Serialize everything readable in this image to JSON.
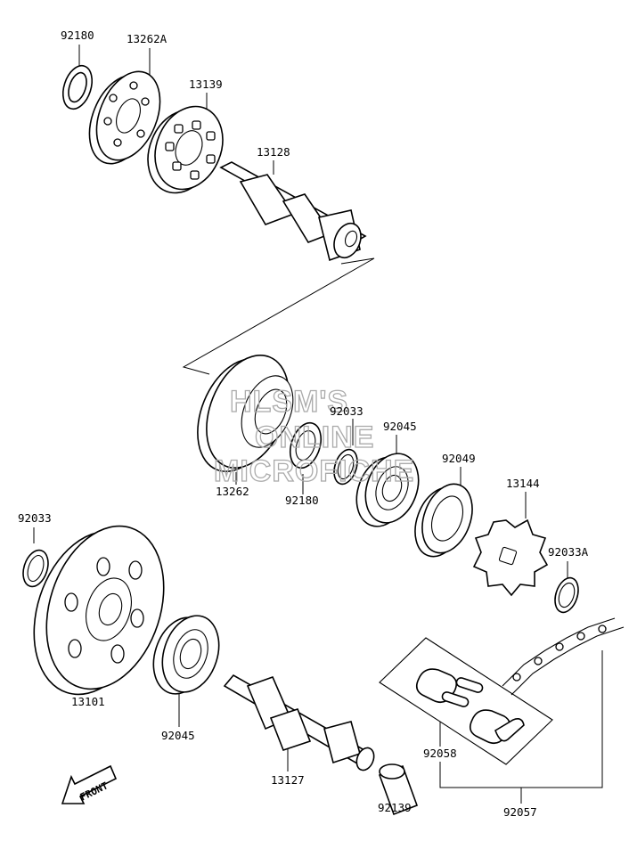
{
  "watermark": {
    "line1": "HLSM'S",
    "line2": "ONLINE",
    "line3": "MICROFICHE"
  },
  "labels": {
    "p92180_top": "92180",
    "p13262A": "13262A",
    "p13139": "13139",
    "p13128": "13128",
    "p92033_mid": "92033",
    "p92045_mid": "92045",
    "p92049": "92049",
    "p13144": "13144",
    "p92033A": "92033A",
    "p13262": "13262",
    "p92180_mid": "92180",
    "p92033_left": "92033",
    "p13101": "13101",
    "p92045_low": "92045",
    "p13127": "13127",
    "p92058": "92058",
    "p92139": "92139",
    "p92057": "92057"
  },
  "front_arrow": {
    "label": "FRONT"
  }
}
